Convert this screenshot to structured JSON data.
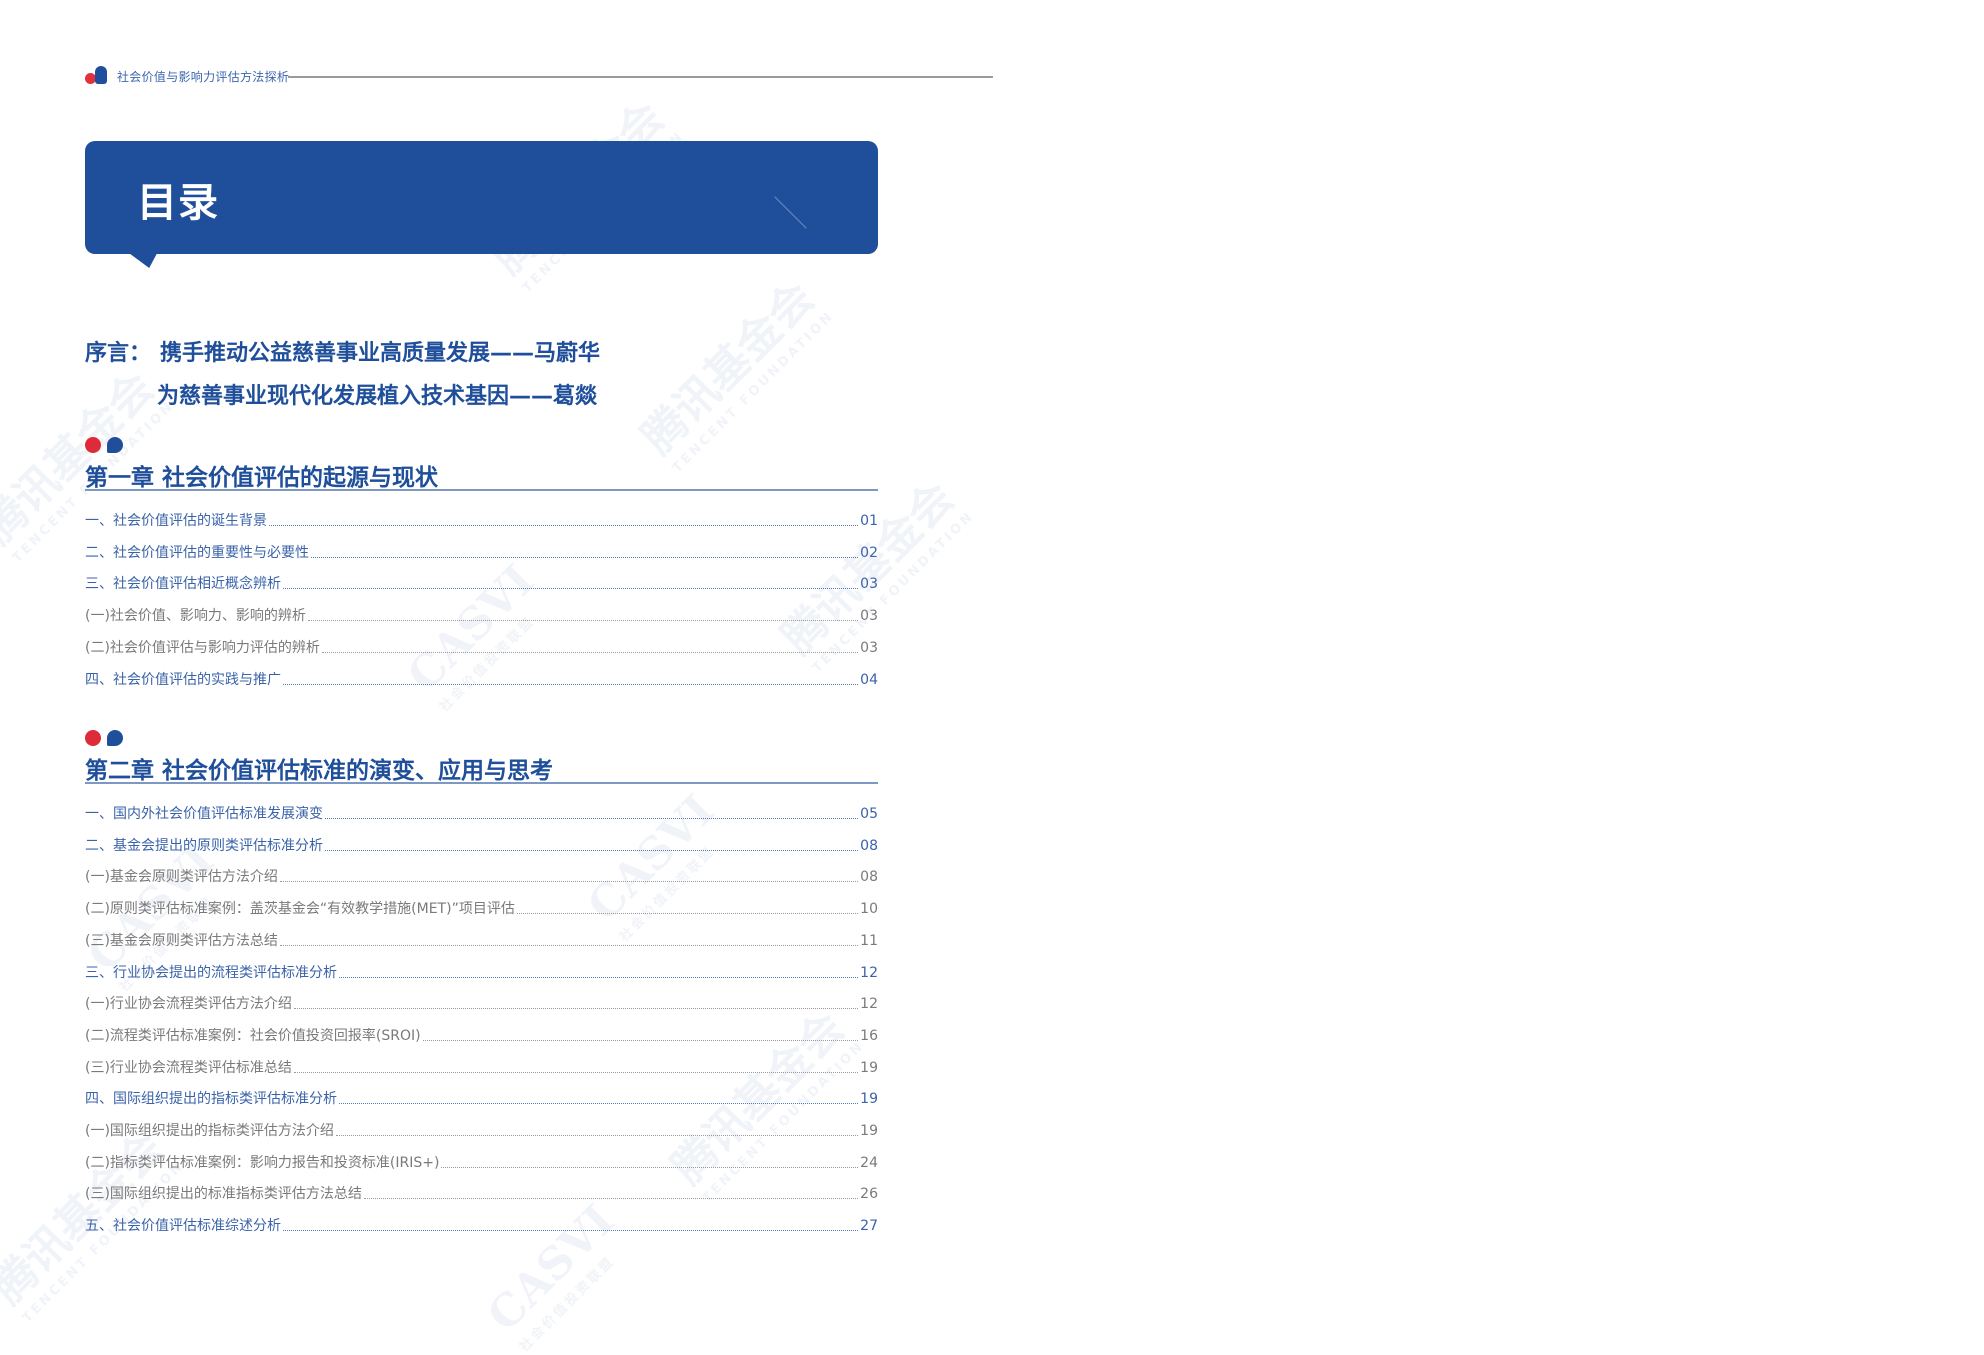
{
  "header": {
    "doc_title": "社会价值与影响力评估方法探析"
  },
  "title_box": {
    "title": "目录"
  },
  "preface": {
    "label": "序言：",
    "items": [
      "携手推动公益慈善事业高质量发展——马蔚华",
      "为慈善事业现代化发展植入技术基因——葛燚"
    ]
  },
  "watermarks": {
    "tencent_cn": "腾讯基金会",
    "tencent_en": "TENCENT FOUNDATION",
    "casvi_logo": "CASVI",
    "casvi_cn": "社会价值投资联盟"
  },
  "chapters": [
    {
      "title": "第一章 社会价值评估的起源与现状",
      "entries": [
        {
          "label": "一、社会价值评估的诞生背景",
          "page": "01",
          "level": "main"
        },
        {
          "label": "二、社会价值评估的重要性与必要性",
          "page": "02",
          "level": "main"
        },
        {
          "label": "三、社会价值评估相近概念辨析",
          "page": "03",
          "level": "main"
        },
        {
          "label": "(一)社会价值、影响力、影响的辨析",
          "page": "03",
          "level": "sub"
        },
        {
          "label": "(二)社会价值评估与影响力评估的辨析",
          "page": "03",
          "level": "sub"
        },
        {
          "label": "四、社会价值评估的实践与推广",
          "page": "04",
          "level": "main"
        }
      ]
    },
    {
      "title": "第二章 社会价值评估标准的演变、应用与思考",
      "entries": [
        {
          "label": "一、国内外社会价值评估标准发展演变",
          "page": "05",
          "level": "main"
        },
        {
          "label": "二、基金会提出的原则类评估标准分析",
          "page": "08",
          "level": "main"
        },
        {
          "label": "(一)基金会原则类评估方法介绍",
          "page": "08",
          "level": "sub"
        },
        {
          "label": "(二)原则类评估标准案例：盖茨基金会“有效教学措施(MET)”项目评估",
          "page": "10",
          "level": "sub"
        },
        {
          "label": "(三)基金会原则类评估方法总结",
          "page": "11",
          "level": "sub"
        },
        {
          "label": "三、行业协会提出的流程类评估标准分析",
          "page": "12",
          "level": "main"
        },
        {
          "label": "(一)行业协会流程类评估方法介绍",
          "page": "12",
          "level": "sub"
        },
        {
          "label": "(二)流程类评估标准案例：社会价值投资回报率(SROI)",
          "page": "16",
          "level": "sub"
        },
        {
          "label": "(三)行业协会流程类评估标准总结",
          "page": "19",
          "level": "sub"
        },
        {
          "label": "四、国际组织提出的指标类评估标准分析",
          "page": "19",
          "level": "main"
        },
        {
          "label": "(一)国际组织提出的指标类评估方法介绍",
          "page": "19",
          "level": "sub"
        },
        {
          "label": "(二)指标类评估标准案例：影响力报告和投资标准(IRIS+)",
          "page": "24",
          "level": "sub"
        },
        {
          "label": "(三)国际组织提出的标准指标类评估方法总结",
          "page": "26",
          "level": "sub"
        },
        {
          "label": "五、社会价值评估标准综述分析",
          "page": "27",
          "level": "main"
        }
      ]
    }
  ],
  "colors": {
    "brand_blue": "#1f4f9a",
    "accent_red": "#dd2b3a",
    "main_entry": "#3a63aa",
    "sub_entry": "#7a7a7a"
  }
}
